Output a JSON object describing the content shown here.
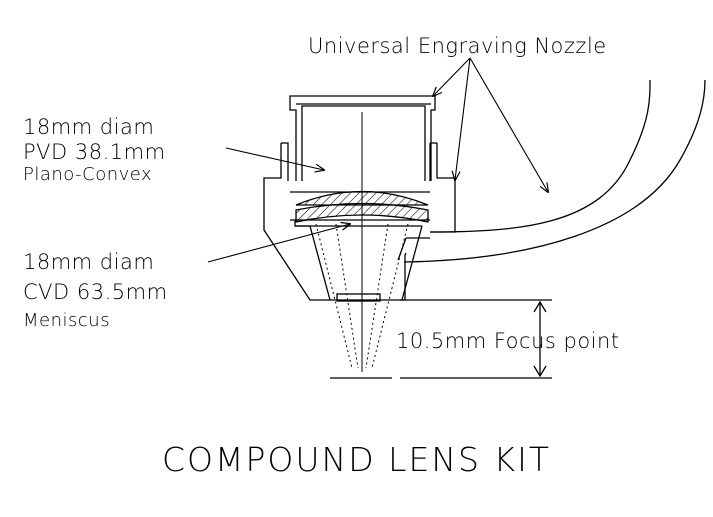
{
  "labels": {
    "nozzle_title": "Universal Engraving Nozzle",
    "lens1": {
      "line1": "18mm diam",
      "line2": "PVD 38.1mm",
      "line3": "Plano-Convex"
    },
    "lens2": {
      "line1": "18mm diam",
      "line2": "CVD 63.5mm",
      "line3": "Meniscus"
    },
    "focus": "10.5mm Focus point",
    "main_title": "COMPOUND LENS KIT"
  },
  "colors": {
    "line": "#000000",
    "background": "#ffffff"
  }
}
